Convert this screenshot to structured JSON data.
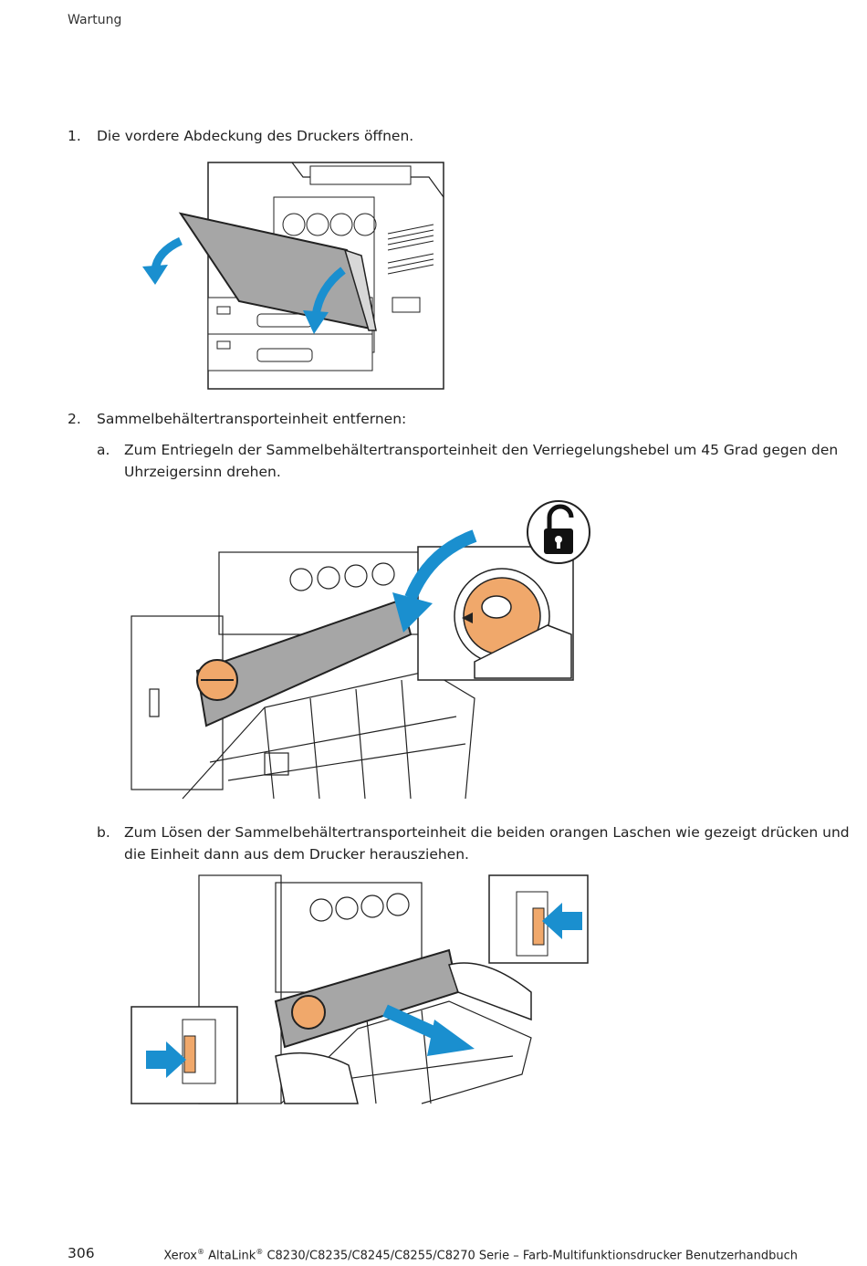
{
  "header": {
    "section": "Wartung"
  },
  "steps": [
    {
      "number": "1.",
      "text": "Die vordere Abdeckung des Druckers öffnen."
    },
    {
      "number": "2.",
      "text": "Sammelbehältertransporteinheit entfernen:"
    }
  ],
  "substeps": [
    {
      "letter": "a.",
      "line1": "Zum Entriegeln der Sammelbehältertransporteinheit den Verriegelungshebel um 45 Grad gegen den",
      "line2": "Uhrzeigersinn drehen."
    },
    {
      "letter": "b.",
      "line1": "Zum Lösen der Sammelbehältertransporteinheit die beiden orangen Laschen wie gezeigt drücken und",
      "line2": "die Einheit dann aus dem Drucker herausziehen."
    }
  ],
  "footer": {
    "page_number": "306",
    "brand": "Xerox",
    "reg": "®",
    "product": " AltaLink",
    "models": " C8230/C8235/C8245/C8255/C8270 Serie – Farb-Multifunktionsdrucker Benutzerhandbuch"
  },
  "colors": {
    "arrow": "#1a8fcf",
    "tab": "#f0a86b",
    "panel": "#a6a6a6"
  }
}
